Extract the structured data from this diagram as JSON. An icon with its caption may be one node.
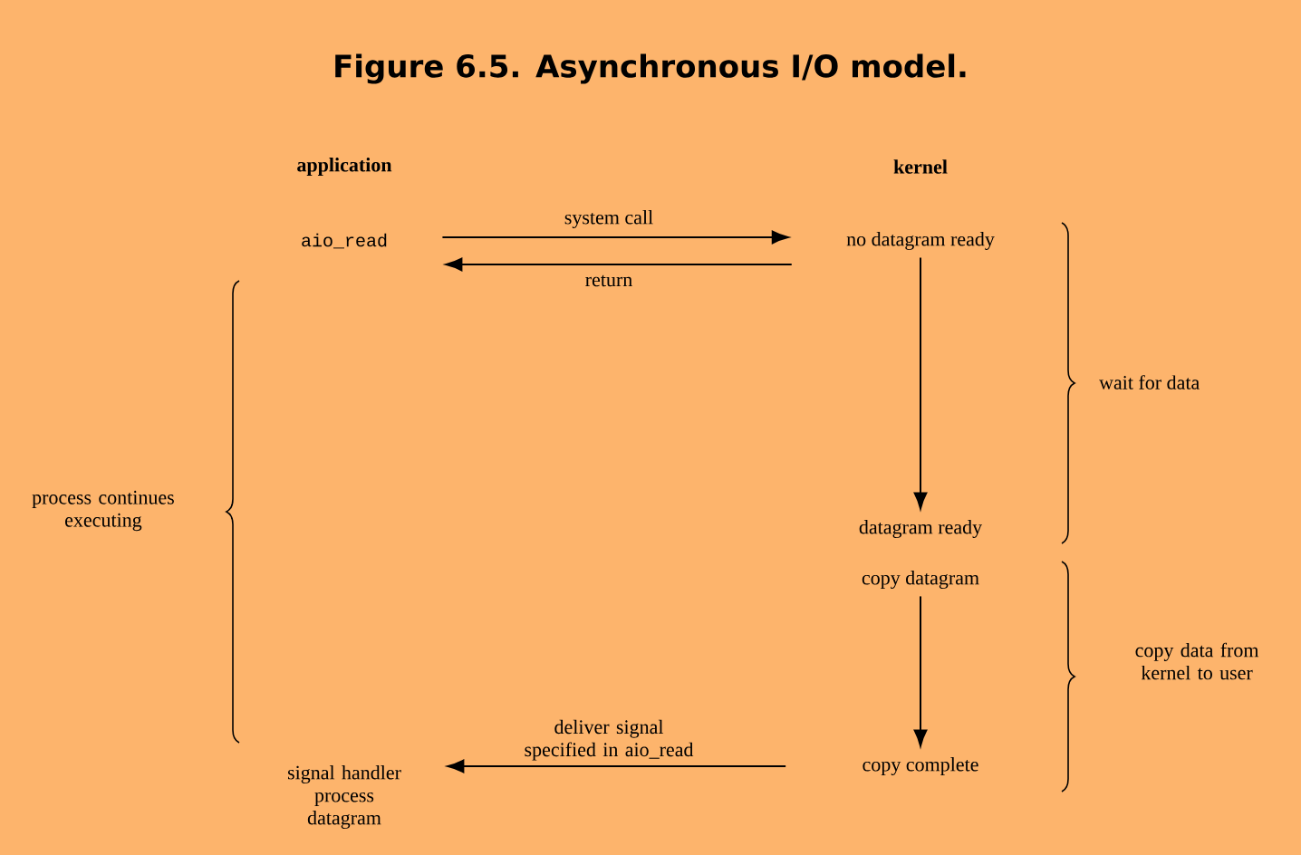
{
  "diagram": {
    "title": "Figure 6.5. Asynchronous I/O model.",
    "nodes": [
      {
        "text": [
          "aio_read"
        ]
      },
      {
        "text": [
          "no datagram ready"
        ]
      },
      {
        "text": [
          "datagram ready"
        ]
      },
      {
        "text": [
          "copy datagram"
        ]
      },
      {
        "text": [
          "copy complete"
        ]
      },
      {
        "text": [
          "signal handler process datagram"
        ]
      }
    ],
    "edges": [
      {
        "from": 0,
        "to": 1,
        "arrow": "to",
        "label": "system call"
      },
      {
        "from": 1,
        "to": 0,
        "arrow": "to",
        "label": "return"
      },
      {
        "from": 1,
        "to": 2,
        "arrow": "to"
      },
      {
        "from": 3,
        "to": 4,
        "arrow": "to"
      },
      {
        "from": 4,
        "to": 5,
        "arrow": "to",
        "label": "deliver signal specified in aio_read"
      }
    ],
    "labels": [
      "application",
      "kernel",
      "wait for data",
      "process continues executing",
      "copy data from kernel to user"
    ]
  }
}
